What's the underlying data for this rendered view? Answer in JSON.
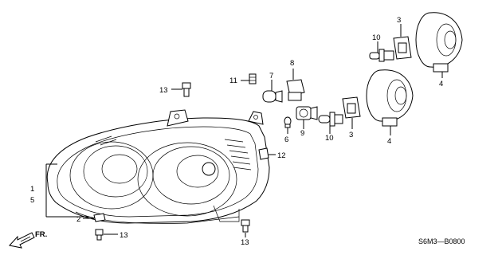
{
  "labels": {
    "l1": "1",
    "l5": "5",
    "l2": "2",
    "l13a": "13",
    "l13b": "13",
    "l13c": "13",
    "l11": "11",
    "l7": "7",
    "l8": "8",
    "l6": "6",
    "l9": "9",
    "l10a": "10",
    "l10b": "10",
    "l3a": "3",
    "l3b": "3",
    "l4a": "4",
    "l4b": "4",
    "l12": "12"
  },
  "direction": "FR.",
  "diagram_code": "S6M3—B0800"
}
